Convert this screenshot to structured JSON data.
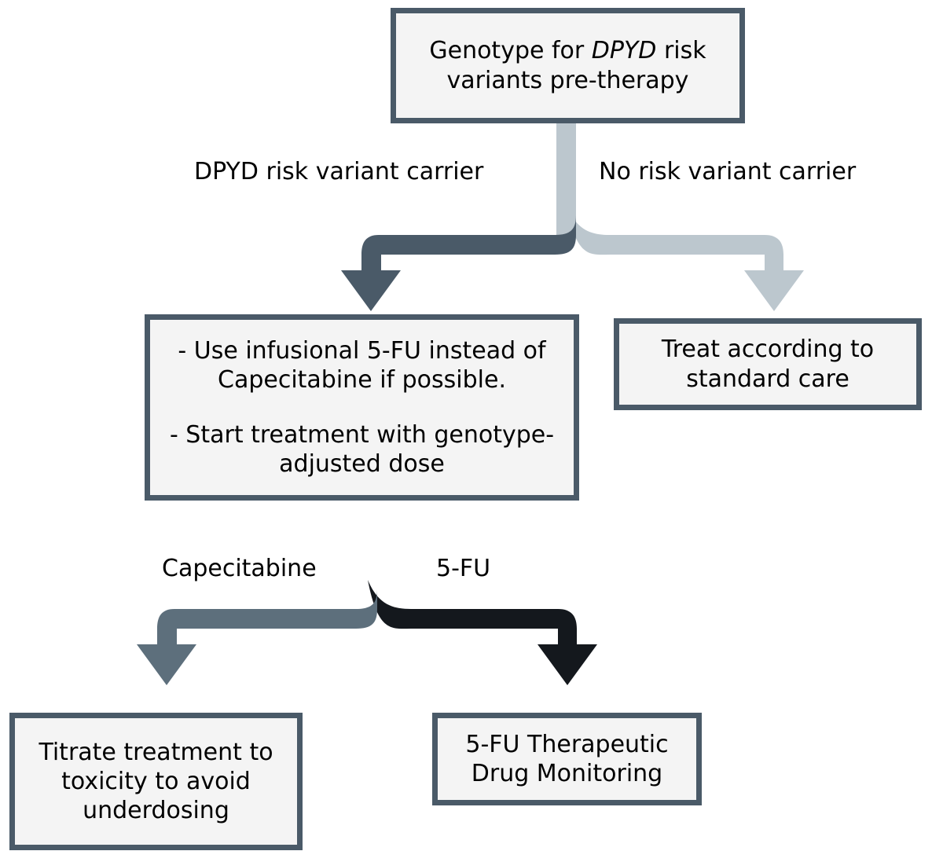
{
  "diagram": {
    "title": "DPYD genotype-guided fluoropyrimidine dosing flowchart",
    "colors": {
      "border_dark_slate": "#4a5a68",
      "arrow_dark_slate": "#4a5a68",
      "arrow_light_gray_blue": "#bcc7ce",
      "arrow_medium_slate": "#5d6f7c",
      "arrow_near_black": "#14181d",
      "box_fill": "#f4f4f4",
      "text": "#000000"
    }
  },
  "nodes": {
    "root": {
      "text_before_italic": "Genotype for ",
      "italic_gene": "DPYD",
      "text_after_italic": " risk variants pre-therapy",
      "plain_text": "Genotype for DPYD risk variants pre-therapy"
    },
    "carrier_actions": {
      "line1": "- Use infusional 5-FU instead of Capecitabine if possible.",
      "line2": "- Start treatment with genotype-adjusted dose"
    },
    "standard_care": {
      "text": "Treat according to standard care"
    },
    "titrate": {
      "text": "Titrate treatment to toxicity to avoid underdosing"
    },
    "tdm": {
      "text": "5-FU Therapeutic Drug Monitoring"
    }
  },
  "edges": {
    "carrier": {
      "label": "DPYD risk variant carrier",
      "color": "#4a5a68",
      "from": "root",
      "to": "carrier_actions"
    },
    "non_carrier": {
      "label": "No risk variant carrier",
      "color": "#bcc7ce",
      "from": "root",
      "to": "standard_care"
    },
    "capecitabine": {
      "label": "Capecitabine",
      "color": "#5d6f7c",
      "from": "carrier_actions",
      "to": "titrate"
    },
    "fivefu": {
      "label": "5-FU",
      "color": "#14181d",
      "from": "carrier_actions",
      "to": "tdm"
    }
  }
}
